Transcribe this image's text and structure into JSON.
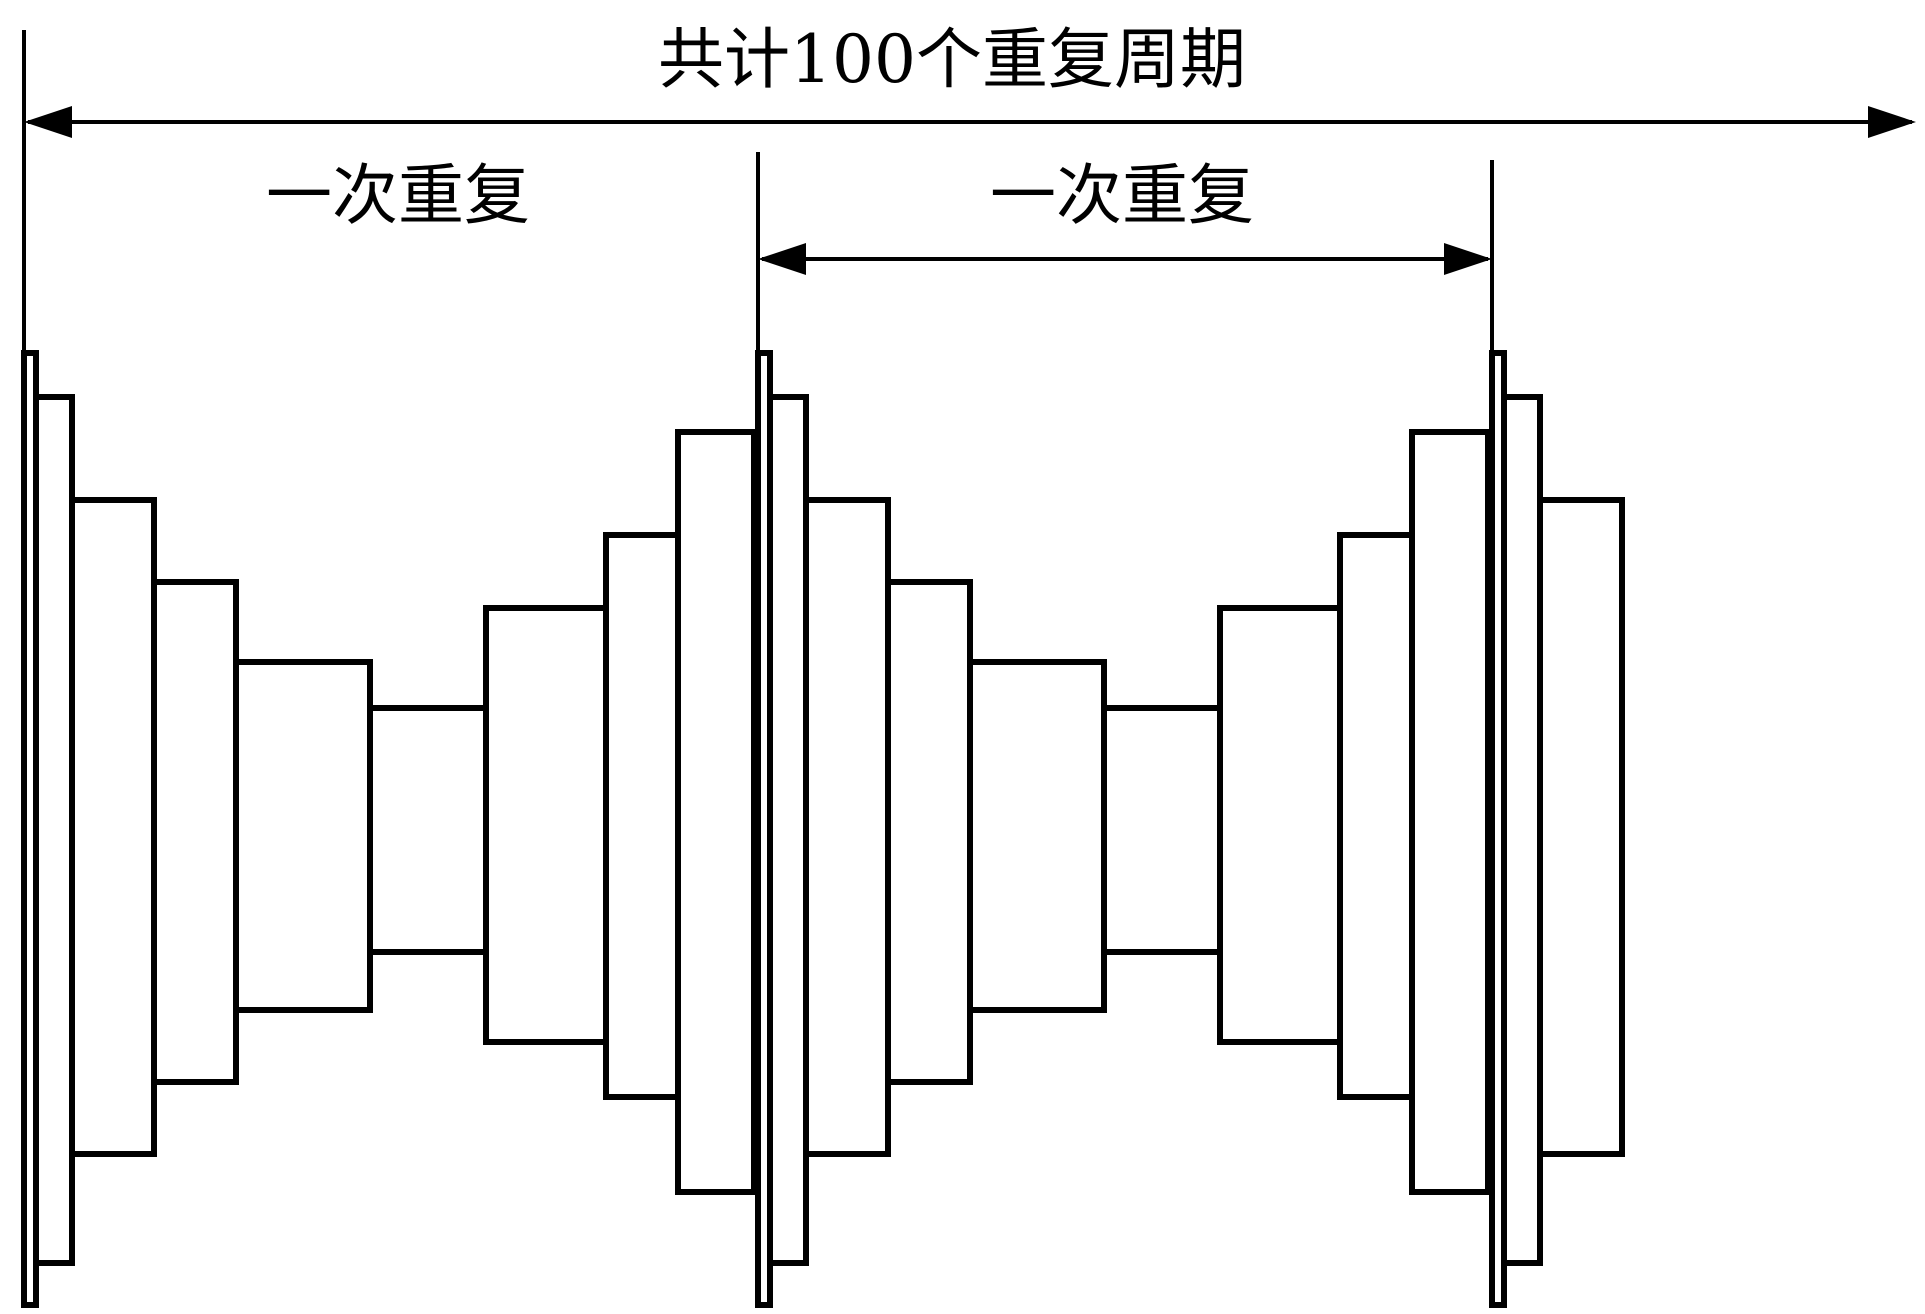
{
  "labels": {
    "total": "共计100个重复周期",
    "repeat_left": "一次重复",
    "repeat_right": "一次重复"
  },
  "colors": {
    "stroke": "#000000",
    "fill": "#ffffff"
  }
}
